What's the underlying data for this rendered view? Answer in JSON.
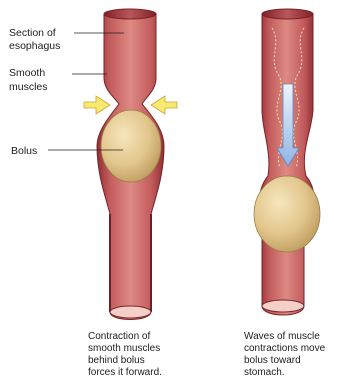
{
  "labels": {
    "section_line1": "Section of",
    "section_line2": "esophagus",
    "smooth_line1": "Smooth",
    "smooth_line2": "muscles",
    "bolus": "Bolus"
  },
  "captions": {
    "left": [
      "Contraction of",
      "smooth muscles",
      "behind bolus",
      "forces it forward."
    ],
    "right": [
      "Waves of muscle",
      "contractions move",
      "bolus toward",
      "stomach."
    ]
  },
  "colors": {
    "tube": "#c95a5a",
    "tube_dark": "#9a2f35",
    "lumen": "#b24a50",
    "bolus": "#e4c98d",
    "arrow_yellow": "#f7ea70",
    "arrow_blue": "#a9c8ee"
  }
}
